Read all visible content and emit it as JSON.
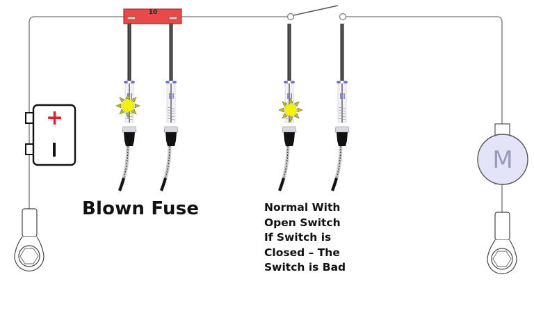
{
  "diagram": {
    "title": "Test light circuit diagnosis: blown fuse and open switch",
    "colors": {
      "wire": "#8a8a8a",
      "fuse_fill": "#e84a4a",
      "fuse_border": "#b02a2a",
      "battery_positive": "#e0202a",
      "motor_fill": "#e4e4f8",
      "lamp_on": "#f5f000",
      "lamp_rays": "#9aa03a"
    },
    "components": {
      "fuse": {
        "label": "fuse",
        "rating": "10"
      },
      "battery": {
        "label": "battery",
        "positive_symbol": "+",
        "negative_symbol": "I"
      },
      "switch": {
        "label": "switch",
        "state": "open"
      },
      "motor": {
        "label": "motor",
        "symbol": "M"
      },
      "ground_left": {
        "label": "ground terminal"
      },
      "ground_right": {
        "label": "ground terminal"
      }
    },
    "test_lights": [
      {
        "position": "fuse input side",
        "lit": true
      },
      {
        "position": "fuse output side",
        "lit": false
      },
      {
        "position": "switch input side",
        "lit": true
      },
      {
        "position": "switch output side",
        "lit": false
      }
    ],
    "captions": {
      "fuse": "Blown Fuse",
      "switch_lines": [
        "Normal With",
        "Open Switch",
        "If Switch is",
        "Closed – The",
        "Switch is Bad"
      ]
    }
  }
}
